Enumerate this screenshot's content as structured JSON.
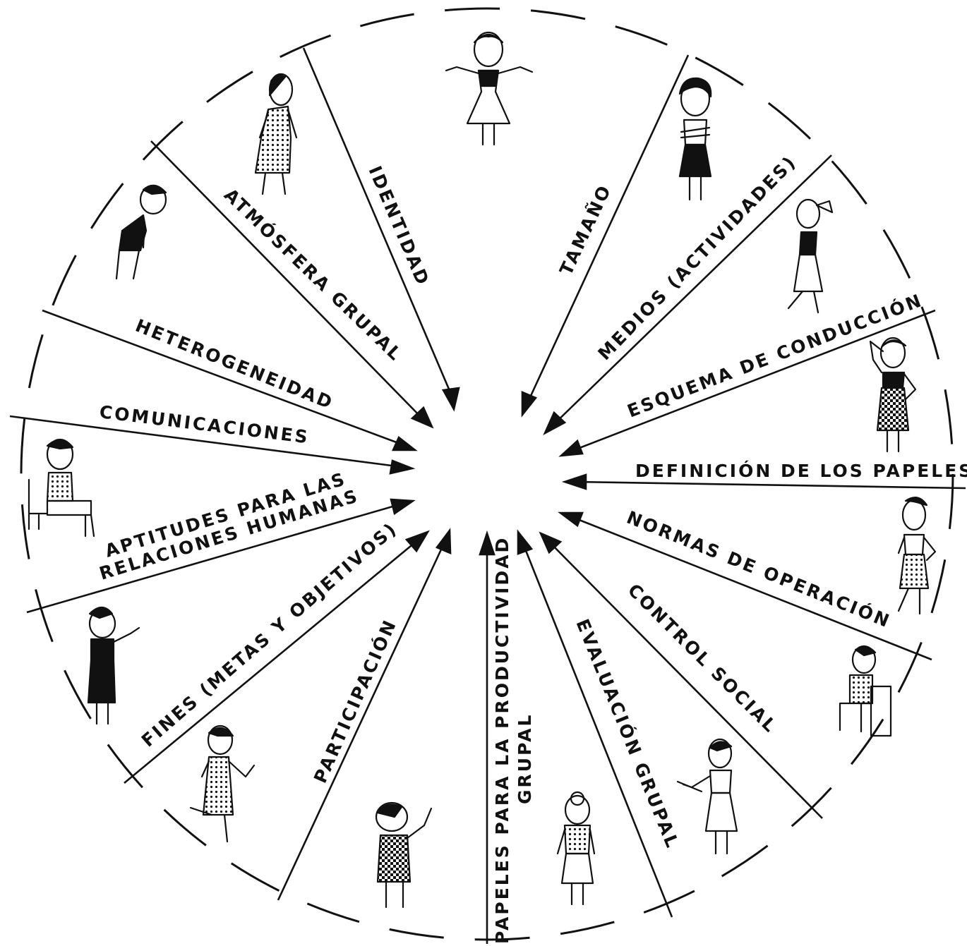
{
  "colors": {
    "ink": "#111111",
    "background": "#ffffff"
  },
  "labels": {
    "identidad": "IDENTIDAD",
    "tamano": "TAMAÑO",
    "medios": "MEDIOS (ACTIVIDADES)",
    "esquema": "ESQUEMA DE CONDUCCIÓN",
    "definicion": "DEFINICIÓN DE LOS PAPELES",
    "normas": "NORMAS DE OPERACIÓN",
    "control": "CONTROL SOCIAL",
    "evaluacion": "EVALUACIÓN GRUPAL",
    "papeles_line1": "PAPELES PARA LA PRODUCTIVIDAD",
    "papeles_line2": "GRUPAL",
    "participacion": "PARTICIPACIÓN",
    "fines": "FINES (METAS Y OBJETIVOS)",
    "aptitudes_line1": "APTITUDES PARA LAS",
    "aptitudes_line2": "RELACIONES HUMANAS",
    "comunicaciones": "COMUNICACIONES",
    "heterogeneidad": "HETEROGENEIDAD",
    "atmosfera": "ATMÓSFERA GRUPAL"
  },
  "figures": [
    "woman-arms-open",
    "woman-arms-crossed",
    "woman-walking",
    "woman-hand-on-head",
    "woman-standing",
    "man-seated",
    "woman-holding-tray",
    "woman-back-view",
    "woman-raising-arm",
    "woman-running",
    "woman-pointing",
    "woman-seated",
    "man-bending",
    "woman-leaning-forward"
  ]
}
